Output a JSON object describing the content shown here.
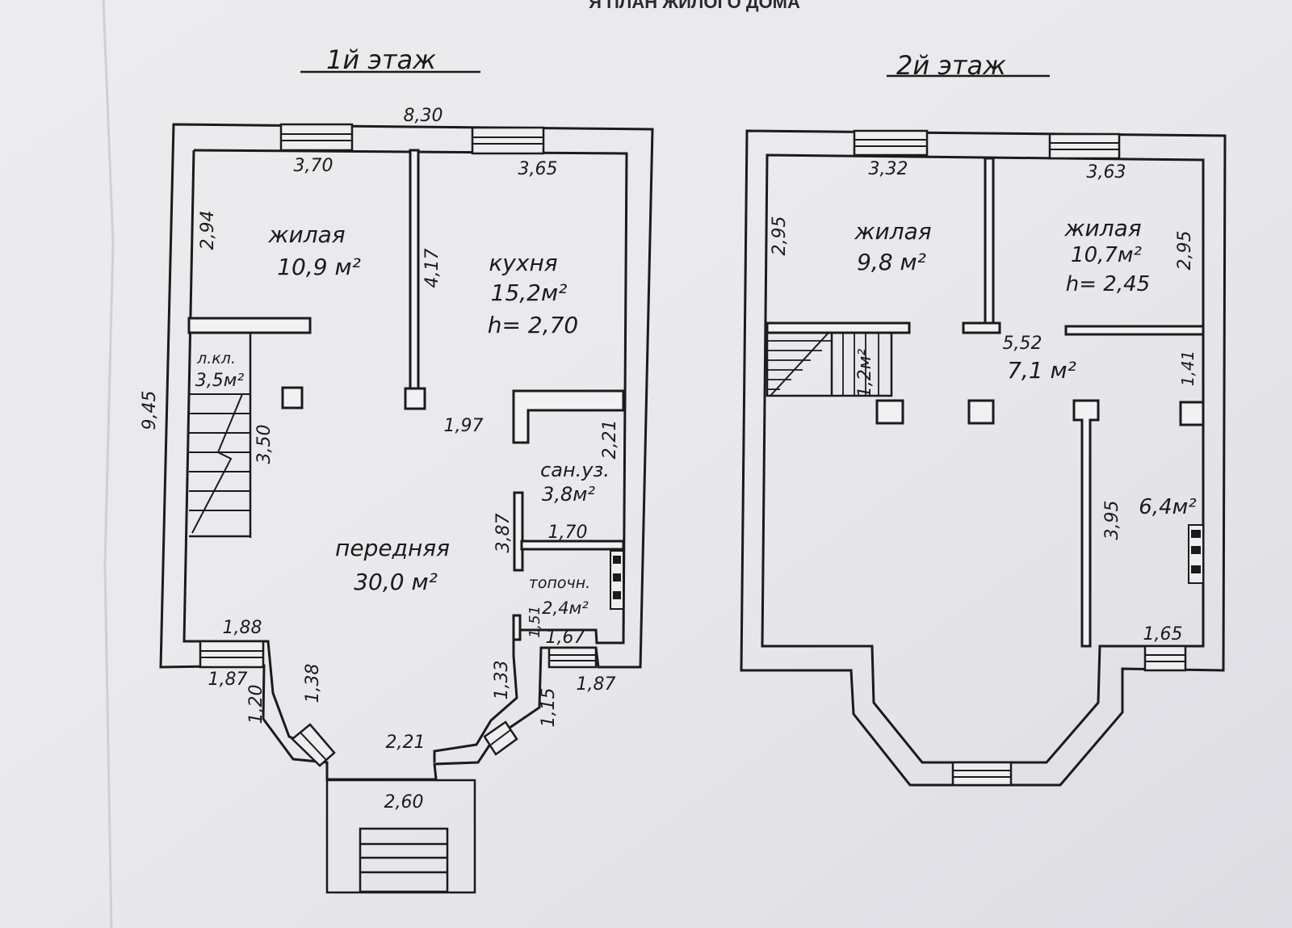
{
  "sheet": {
    "header": "Я ПЛАН ЖИЛОГО ДОМА",
    "floor1_title": "1й этаж",
    "floor2_title": "2й этаж"
  },
  "floor1": {
    "rooms": {
      "living_name": "жилая",
      "living_area": "10,9 м²",
      "kitchen_name": "кухня",
      "kitchen_area": "15,2м²",
      "kitchen_height": "h= 2,70",
      "stair_name": "л.кл.",
      "stair_area": "3,5м²",
      "bath_name": "сан.уз.",
      "bath_area": "3,8м²",
      "hall_name": "передняя",
      "hall_area": "30,0 м²",
      "boiler_name": "топочн.",
      "boiler_area": "2,4м²"
    },
    "dims": {
      "total_width": "8,30",
      "living_width": "3,70",
      "kitchen_width": "3,65",
      "living_depth": "2,94",
      "kitchen_depth": "4,17",
      "total_depth": "9,45",
      "stair_len": "3,50",
      "hall_mid": "1,97",
      "bath_depth": "2,21",
      "hall_side": "3,87",
      "boiler_width": "1,70",
      "left_window": "1,88",
      "left_outer": "1,87",
      "bay_left_a": "1,20",
      "bay_left_b": "1,38",
      "bay_front": "2,21",
      "bay_right_a": "1,33",
      "bay_right_b": "1,15",
      "right_window": "1,67",
      "right_outer": "1,87",
      "boiler_depth": "1,51",
      "porch_width": "2,60"
    }
  },
  "floor2": {
    "rooms": {
      "living1_name": "жилая",
      "living1_area": "9,8 м²",
      "living2_name": "жилая",
      "living2_area": "10,7м²",
      "living2_height": "h= 2,45",
      "stair_area": "1,2м²",
      "hall_area": "7,1 м²",
      "small_area": "6,4м²"
    },
    "dims": {
      "living1_width": "3,32",
      "living2_width": "3,63",
      "living1_depth": "2,95",
      "living2_depth": "2,95",
      "hall_width": "5,52",
      "hall_side": "1,41",
      "small_depth": "3,95",
      "right_window": "1,65"
    }
  }
}
